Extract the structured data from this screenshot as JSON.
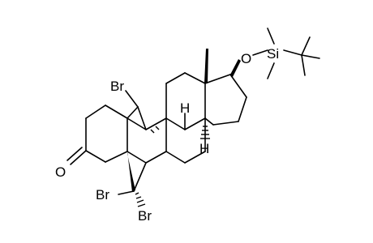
{
  "labels": {
    "br_top": "Br",
    "br_left": "Br",
    "br_bottom": "Br",
    "oxygen_ketone": "O",
    "oxygen_ether": "O",
    "silicon": "Si",
    "h_upper": "H",
    "h_lower": "H"
  }
}
